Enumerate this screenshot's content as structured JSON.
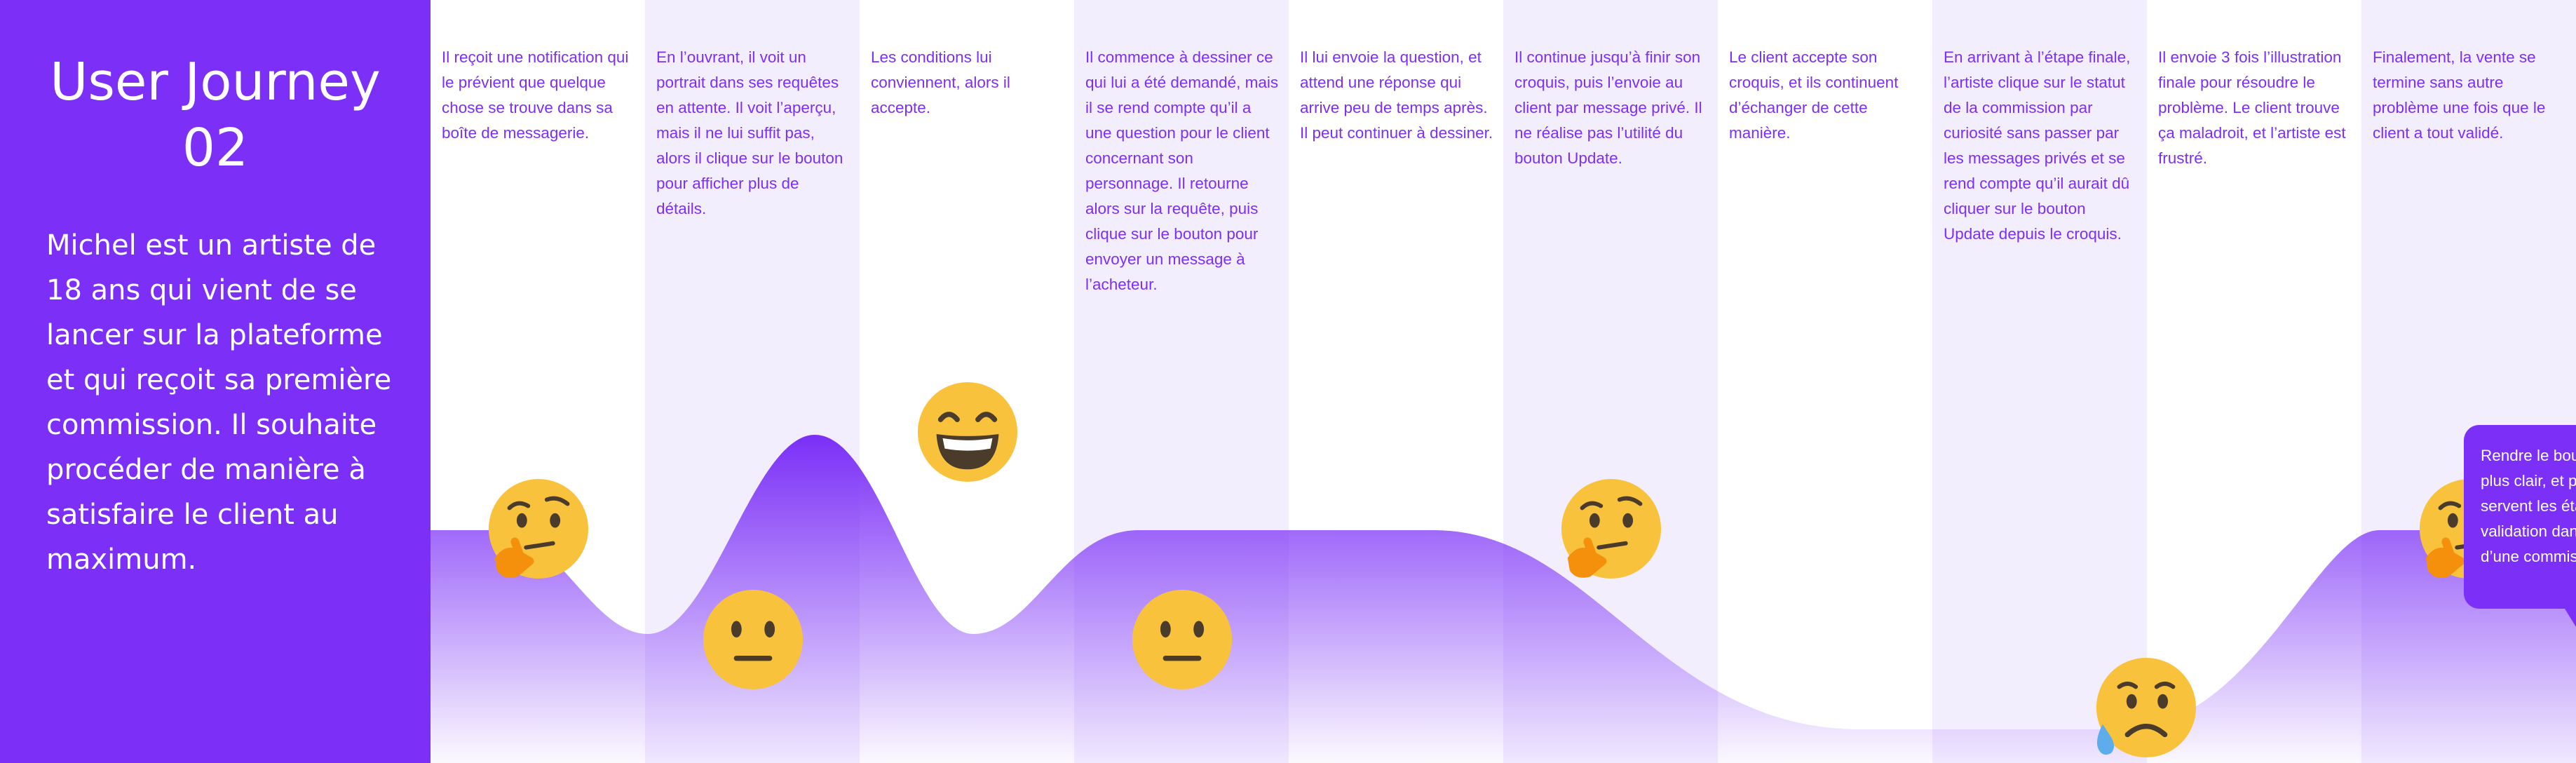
{
  "sidebar": {
    "title_line1": "User Journey",
    "title_line2": "02",
    "description": "Michel est un artiste de 18 ans qui vient de se lancer sur la plateforme et qui reçoit sa première commission. Il souhaite procéder de manière à satisfaire le client au maximum."
  },
  "steps": [
    {
      "text": "Il reçoit une notification qui le prévient que quelque chose se trouve dans sa boîte de messagerie.",
      "emotion": "thinking-face-icon"
    },
    {
      "text": "En l’ouvrant, il voit un portrait dans ses requêtes en attente. Il voit l’aperçu, mais il ne lui suffit pas, alors il clique sur le bouton pour afficher plus de détails.",
      "emotion": "neutral-face-icon"
    },
    {
      "text": "Les conditions lui conviennent, alors il accepte.",
      "emotion": "grinning-face-icon"
    },
    {
      "text": "Il commence à dessiner ce qui lui a été demandé, mais il se rend compte qu’il a une question pour le client concernant son personnage. Il retourne alors sur la requête, puis clique sur le bouton pour envoyer un message à l’acheteur.",
      "emotion": "neutral-face-icon"
    },
    {
      "text": "Il lui envoie la question, et attend une réponse qui arrive peu de temps après. Il peut continuer à dessiner.",
      "emotion": ""
    },
    {
      "text": "Il continue jusqu’à finir son croquis, puis l’envoie au client par message privé. Il ne réalise pas l’utilité du bouton Update.",
      "emotion": "thinking-face-icon"
    },
    {
      "text": "Le client accepte son croquis, et ils continuent d’échanger de cette manière.",
      "emotion": ""
    },
    {
      "text": "En arrivant à l’étape finale, l’artiste clique sur le statut de la commission par curiosité sans passer par les messages privés et se rend compte qu’il aurait dû cliquer sur le bouton Update depuis le croquis.",
      "emotion": ""
    },
    {
      "text": "Il envoie 3 fois l’illustration finale pour résoudre le problème. Le client trouve ça maladroit, et l’artiste est frustré.",
      "emotion": "sad-sweat-face-icon"
    },
    {
      "text": "Finalement, la vente se termine sans autre problème une fois que le client a tout validé.",
      "emotion": "thinking-face-icon"
    }
  ],
  "callout": {
    "text": "Rendre le bouton update plus clair, et préciser à quoi servent les étapes de validation dans la création d’une commission."
  },
  "colors": {
    "accent": "#7B2FF7",
    "shade": "#F3EEFE",
    "emoji_face": "#F9C23C",
    "emoji_feature": "#4A3B2A"
  }
}
